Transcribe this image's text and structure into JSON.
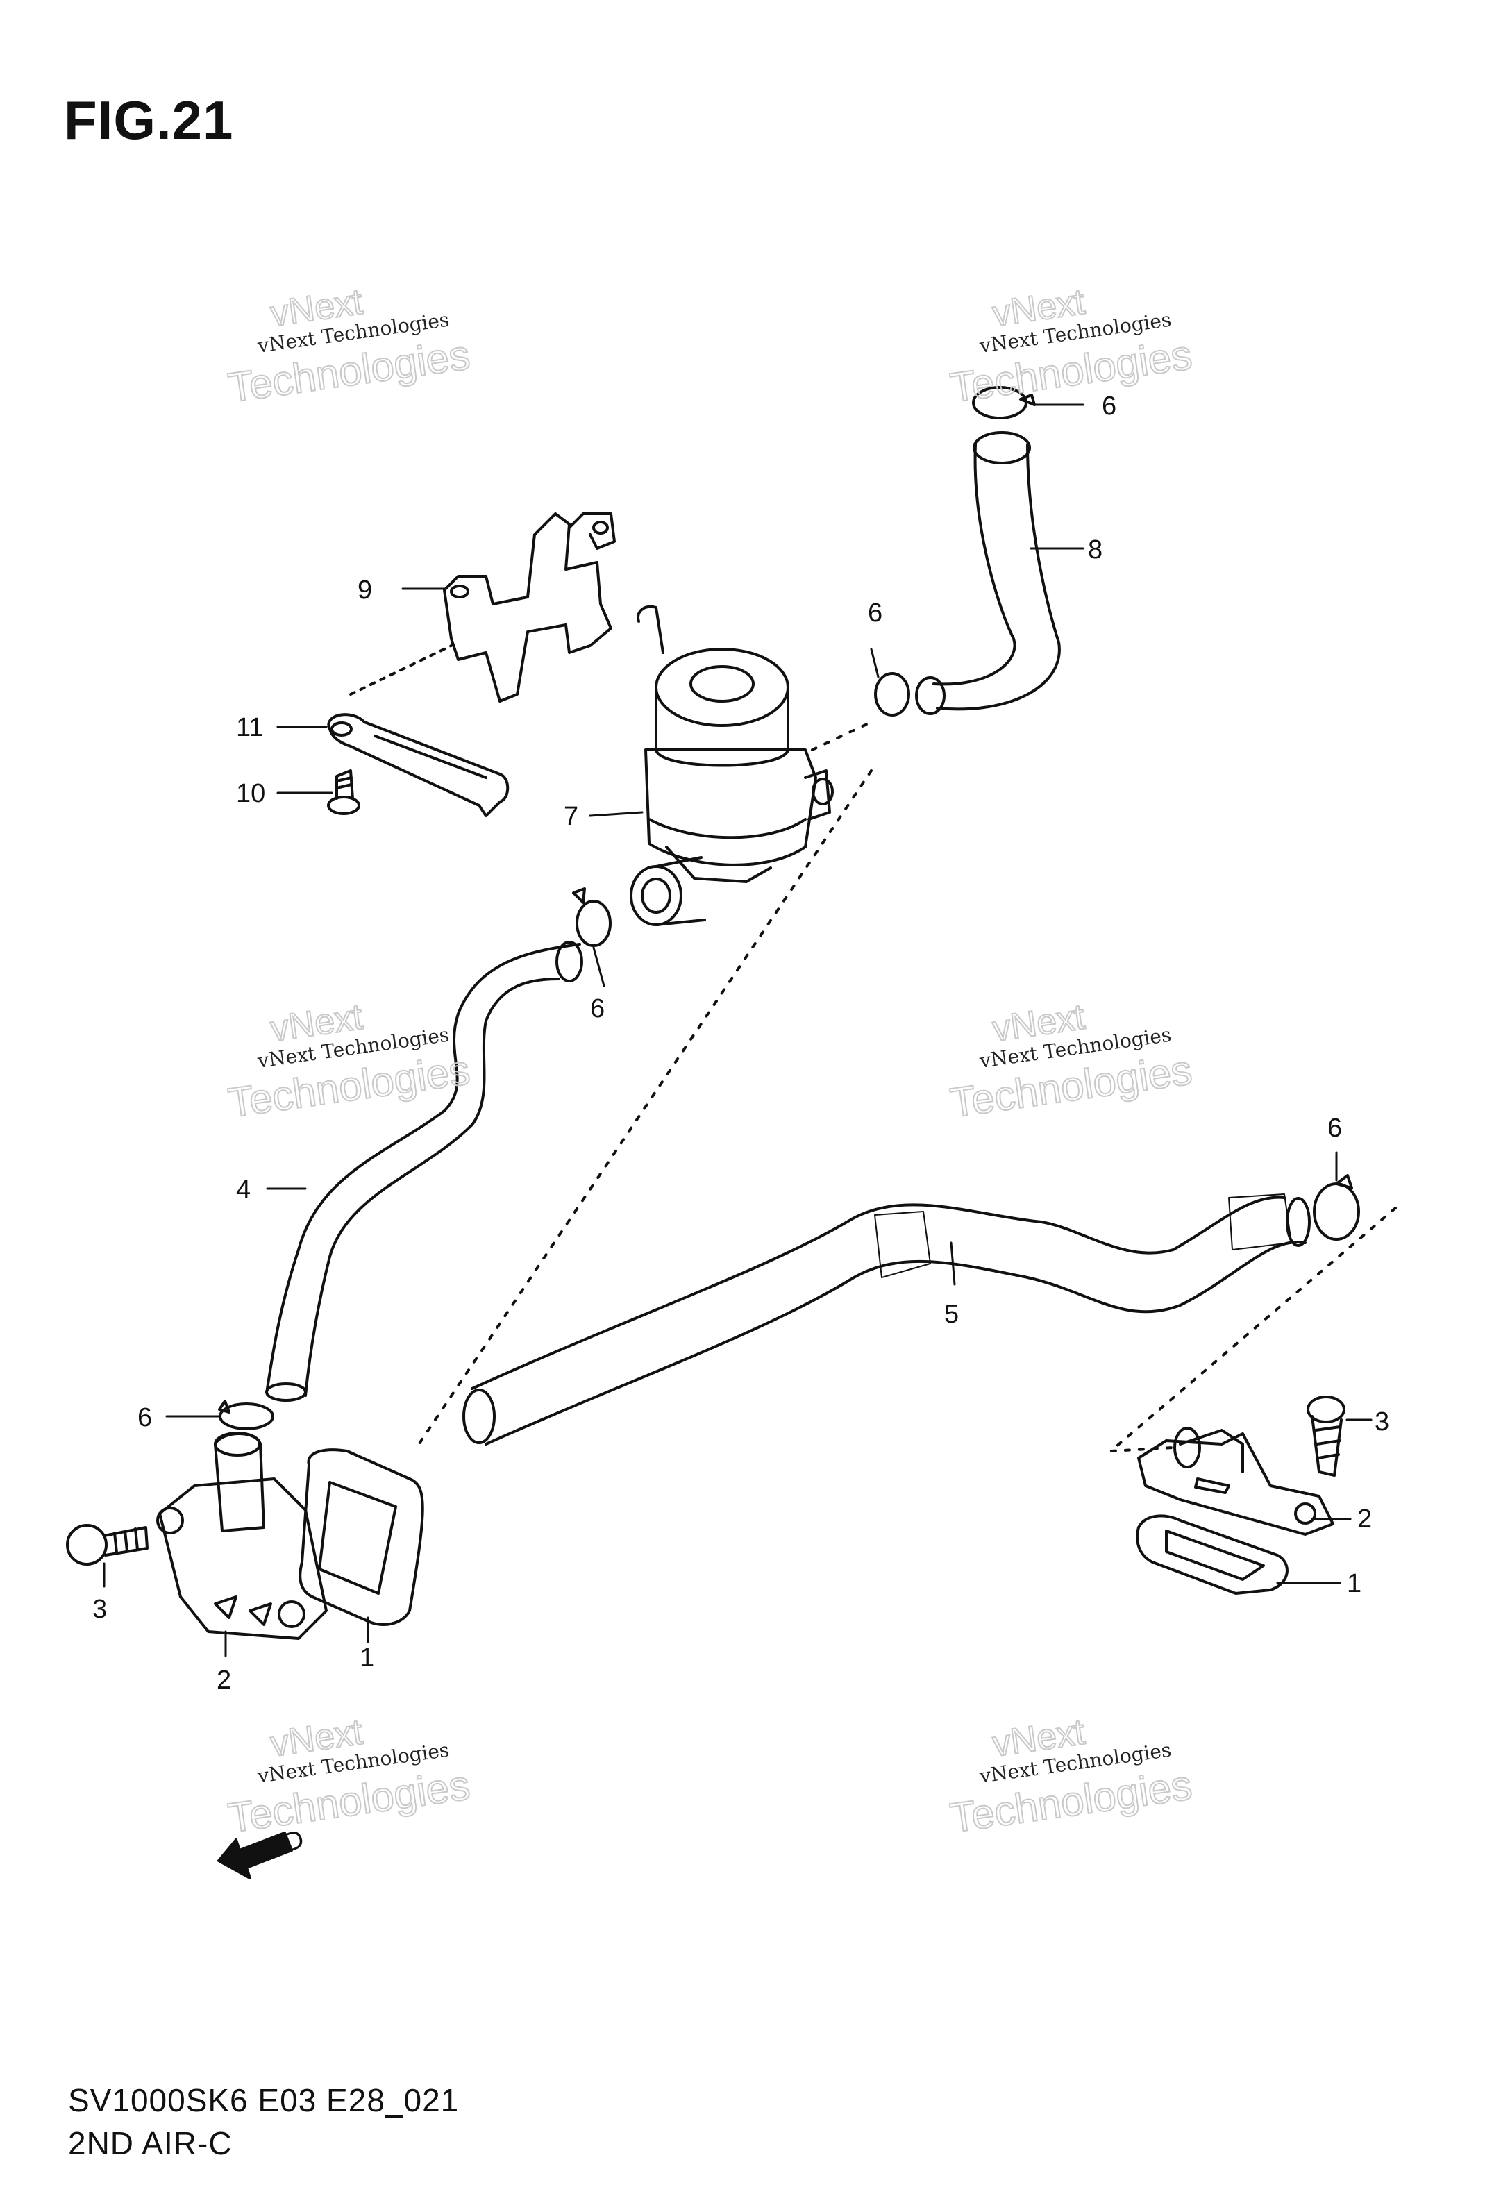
{
  "figure": {
    "title": "FIG.21",
    "model_code": "SV1000SK6 E03 E28_021",
    "section_name": "2ND AIR-C",
    "fwd_label": "FWD"
  },
  "watermark": {
    "line1": "vNext Technologies",
    "line2_top": "vNext",
    "line2_bottom": "Technologies"
  },
  "callouts": [
    {
      "id": "6",
      "text": "6"
    },
    {
      "id": "8",
      "text": "8"
    },
    {
      "id": "9",
      "text": "9"
    },
    {
      "id": "6",
      "text": "6"
    },
    {
      "id": "11",
      "text": "11"
    },
    {
      "id": "10",
      "text": "10"
    },
    {
      "id": "7",
      "text": "7"
    },
    {
      "id": "6",
      "text": "6"
    },
    {
      "id": "4",
      "text": "4"
    },
    {
      "id": "6",
      "text": "6"
    },
    {
      "id": "5",
      "text": "5"
    },
    {
      "id": "6",
      "text": "6"
    },
    {
      "id": "3",
      "text": "3"
    },
    {
      "id": "2",
      "text": "2"
    },
    {
      "id": "1",
      "text": "1"
    },
    {
      "id": "3",
      "text": "3"
    },
    {
      "id": "1",
      "text": "1"
    },
    {
      "id": "2",
      "text": "2"
    }
  ]
}
